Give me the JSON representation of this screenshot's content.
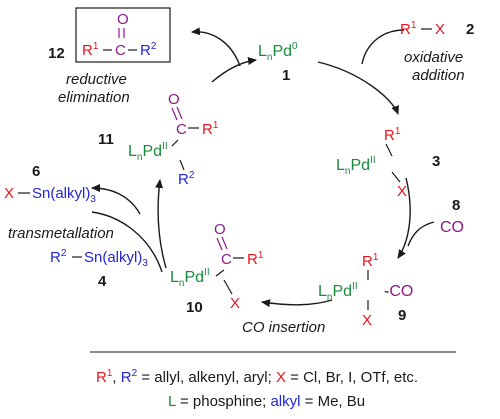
{
  "colors": {
    "black": "#1a1a1a",
    "red": "#e8141c",
    "blue": "#2326d6",
    "green": "#1b8a3c",
    "purple": "#8b1a8b"
  },
  "compounds": {
    "c12": {
      "number": "12",
      "o": "O",
      "c": "C",
      "r1": "R",
      "r1_sup": "1",
      "r2": "R",
      "r2_sup": "2"
    },
    "c1": {
      "number": "1",
      "l": "L",
      "n": "n",
      "pd": "Pd",
      "ox": "0"
    },
    "c2": {
      "number": "2",
      "r1": "R",
      "r1_sup": "1",
      "x": "X"
    },
    "c3": {
      "number": "3",
      "l": "L",
      "n": "n",
      "pd": "Pd",
      "ox": "II",
      "r1": "R",
      "r1_sup": "1",
      "x": "X"
    },
    "c8": {
      "number": "8",
      "co": "CO"
    },
    "c9": {
      "number": "9",
      "l": "L",
      "n": "n",
      "pd": "Pd",
      "ox": "II",
      "r1": "R",
      "r1_sup": "1",
      "co": "CO",
      "x": "X"
    },
    "c10": {
      "number": "10",
      "l": "L",
      "n": "n",
      "pd": "Pd",
      "ox": "II",
      "o": "O",
      "c": "C",
      "r1": "R",
      "r1_sup": "1",
      "x": "X"
    },
    "c11": {
      "number": "11",
      "l": "L",
      "n": "n",
      "pd": "Pd",
      "ox": "II",
      "o": "O",
      "c": "C",
      "r1": "R",
      "r1_sup": "1",
      "r2": "R",
      "r2_sup": "2"
    },
    "c6": {
      "number": "6",
      "x": "X",
      "sn": "Sn(alkyl)",
      "sub": "3"
    },
    "c4": {
      "number": "4",
      "r2": "R",
      "r2_sup": "2",
      "sn": "Sn(alkyl)",
      "sub": "3"
    }
  },
  "steps": {
    "reductive_1": "reductive",
    "reductive_2": "elimination",
    "oxidative_1": "oxidative",
    "oxidative_2": "addition",
    "transmetallation": "transmetallation",
    "co_insertion": "CO insertion"
  },
  "legend": {
    "r": "R",
    "sup1": "1",
    "sup2": "2",
    "comma": ", ",
    "line1_text": " = allyl, alkenyl, aryl; ",
    "x": "X",
    "line1_tail": " = Cl, Br, I, OTf, etc.",
    "l": "L",
    "line2_a": " = phosphine;   ",
    "alkyl": "alkyl",
    "line2_b": " = Me, Bu"
  }
}
